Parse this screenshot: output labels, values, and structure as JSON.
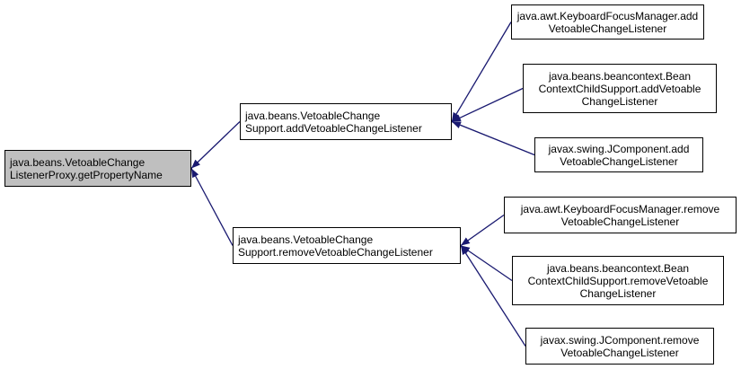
{
  "colors": {
    "edge": "#191970",
    "root_fill": "#bfbfbf",
    "node_fill": "#ffffff",
    "border": "#000000"
  },
  "nodes": {
    "root": {
      "lines": [
        "java.beans.VetoableChange",
        "ListenerProxy.getPropertyName"
      ]
    },
    "add_support": {
      "lines": [
        "java.beans.VetoableChange",
        "Support.addVetoableChangeListener"
      ]
    },
    "remove_support": {
      "lines": [
        "java.beans.VetoableChange",
        "Support.removeVetoableChangeListener"
      ]
    },
    "kfm_add": {
      "lines": [
        "java.awt.KeyboardFocusManager.add",
        "VetoableChangeListener"
      ]
    },
    "bccs_add": {
      "lines": [
        "java.beans.beancontext.Bean",
        "ContextChildSupport.addVetoable",
        "ChangeListener"
      ]
    },
    "jcomp_add": {
      "lines": [
        "javax.swing.JComponent.add",
        "VetoableChangeListener"
      ]
    },
    "kfm_remove": {
      "lines": [
        "java.awt.KeyboardFocusManager.remove",
        "VetoableChangeListener"
      ]
    },
    "bccs_remove": {
      "lines": [
        "java.beans.beancontext.Bean",
        "ContextChildSupport.removeVetoable",
        "ChangeListener"
      ]
    },
    "jcomp_remove": {
      "lines": [
        "javax.swing.JComponent.remove",
        "VetoableChangeListener"
      ]
    }
  },
  "edges": [
    {
      "from": "add_support",
      "to": "root"
    },
    {
      "from": "remove_support",
      "to": "root"
    },
    {
      "from": "kfm_add",
      "to": "add_support"
    },
    {
      "from": "bccs_add",
      "to": "add_support"
    },
    {
      "from": "jcomp_add",
      "to": "add_support"
    },
    {
      "from": "kfm_remove",
      "to": "remove_support"
    },
    {
      "from": "bccs_remove",
      "to": "remove_support"
    },
    {
      "from": "jcomp_remove",
      "to": "remove_support"
    }
  ]
}
